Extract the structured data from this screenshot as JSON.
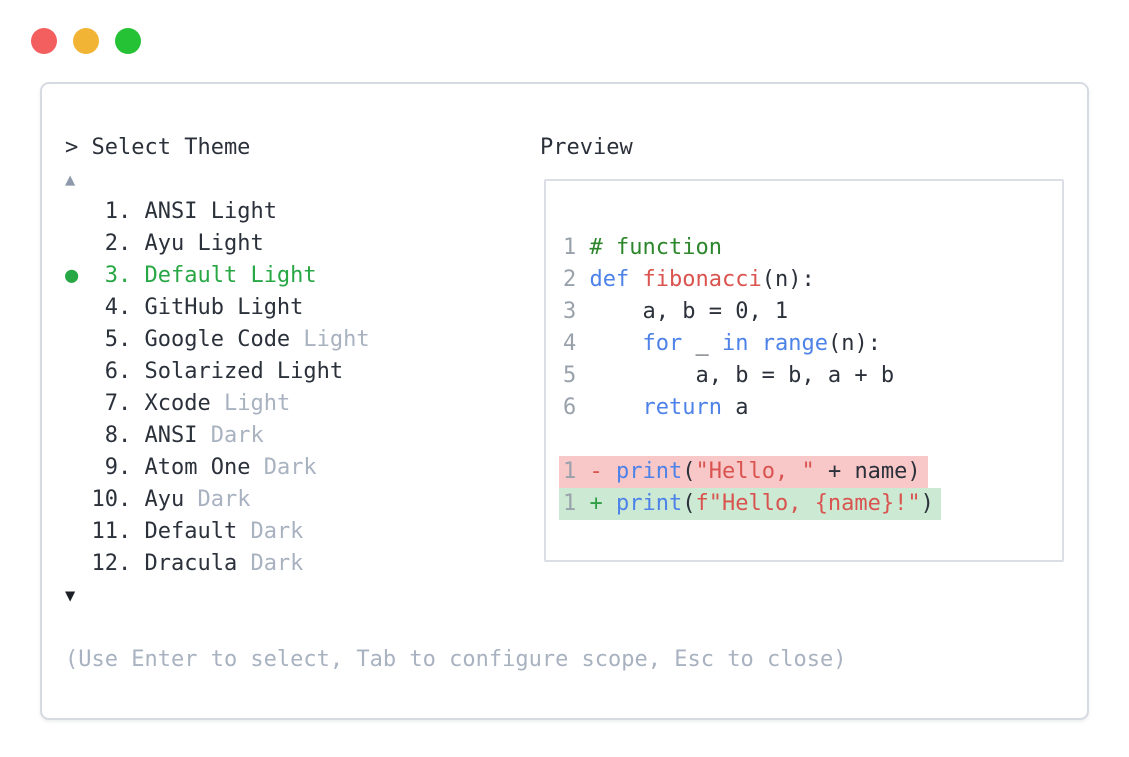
{
  "palette": {
    "accent_green": "#28a745",
    "muted_gray": "#a9b2c0",
    "text_dark": "#2b313a",
    "keyword_blue": "#4d82e8",
    "literal_red": "#d9534f",
    "comment_green": "#2c862c",
    "deleted_bg": "#f8c7c7",
    "inserted_bg": "#cbe9d3",
    "traffic_red": "#f35f5e",
    "traffic_yellow": "#f2b434",
    "traffic_green": "#26c235",
    "scroll_up_gray": "#8e9aac",
    "scroll_down_dark": "#1d2127"
  },
  "selector": {
    "prompt": "> Select Theme",
    "scroll_up_icon": "▲",
    "scroll_down_icon": "▼",
    "bullet_icon": "●",
    "items": [
      {
        "number": "1",
        "name": "ANSI Light",
        "suffix": "",
        "selected": false
      },
      {
        "number": "2",
        "name": "Ayu Light",
        "suffix": "",
        "selected": false
      },
      {
        "number": "3",
        "name": "Default Light",
        "suffix": "",
        "selected": true
      },
      {
        "number": "4",
        "name": "GitHub Light",
        "suffix": "",
        "selected": false
      },
      {
        "number": "5",
        "name": "Google Code",
        "suffix": "Light",
        "selected": false
      },
      {
        "number": "6",
        "name": "Solarized Light",
        "suffix": "",
        "selected": false
      },
      {
        "number": "7",
        "name": "Xcode",
        "suffix": "Light",
        "selected": false
      },
      {
        "number": "8",
        "name": "ANSI",
        "suffix": "Dark",
        "selected": false
      },
      {
        "number": "9",
        "name": "Atom One",
        "suffix": "Dark",
        "selected": false
      },
      {
        "number": "10",
        "name": "Ayu",
        "suffix": "Dark",
        "selected": false
      },
      {
        "number": "11",
        "name": "Default",
        "suffix": "Dark",
        "selected": false
      },
      {
        "number": "12",
        "name": "Dracula",
        "suffix": "Dark",
        "selected": false
      }
    ],
    "footer_hint": "(Use Enter to select, Tab to configure scope, Esc to close)"
  },
  "preview": {
    "title": "Preview",
    "code_lines": [
      {
        "gutter": "1",
        "diff": null,
        "segments": [
          {
            "text": "# function",
            "type": "comment"
          }
        ]
      },
      {
        "gutter": "2",
        "diff": null,
        "segments": [
          {
            "text": "def",
            "type": "keyword"
          },
          {
            "text": " ",
            "type": "plain"
          },
          {
            "text": "fibonacci",
            "type": "function"
          },
          {
            "text": "(n):",
            "type": "plain"
          }
        ]
      },
      {
        "gutter": "3",
        "diff": null,
        "segments": [
          {
            "text": "    a, b = 0, 1",
            "type": "plain"
          }
        ]
      },
      {
        "gutter": "4",
        "diff": null,
        "segments": [
          {
            "text": "    ",
            "type": "plain"
          },
          {
            "text": "for",
            "type": "keyword"
          },
          {
            "text": " _ ",
            "type": "plain"
          },
          {
            "text": "in",
            "type": "keyword"
          },
          {
            "text": " ",
            "type": "plain"
          },
          {
            "text": "range",
            "type": "keyword"
          },
          {
            "text": "(n):",
            "type": "plain"
          }
        ]
      },
      {
        "gutter": "5",
        "diff": null,
        "segments": [
          {
            "text": "        a, b = b, a + b",
            "type": "plain"
          }
        ]
      },
      {
        "gutter": "6",
        "diff": null,
        "segments": [
          {
            "text": "    ",
            "type": "plain"
          },
          {
            "text": "return",
            "type": "keyword"
          },
          {
            "text": " a",
            "type": "plain"
          }
        ]
      },
      {
        "gutter": "",
        "diff": null,
        "segments": []
      },
      {
        "gutter": "1",
        "diff": "del",
        "segments": [
          {
            "text": "-",
            "type": "del-marker"
          },
          {
            "text": " ",
            "type": "plain"
          },
          {
            "text": "print",
            "type": "keyword"
          },
          {
            "text": "(",
            "type": "plain"
          },
          {
            "text": "\"Hello, \"",
            "type": "string"
          },
          {
            "text": " + name",
            "type": "plain"
          },
          {
            "text": ")",
            "type": "plain"
          }
        ]
      },
      {
        "gutter": "1",
        "diff": "ins",
        "segments": [
          {
            "text": "+",
            "type": "ins-marker"
          },
          {
            "text": " ",
            "type": "plain"
          },
          {
            "text": "print",
            "type": "keyword"
          },
          {
            "text": "(",
            "type": "plain"
          },
          {
            "text": "f\"Hello, {name}!\"",
            "type": "string"
          },
          {
            "text": ")",
            "type": "plain"
          }
        ]
      }
    ]
  }
}
